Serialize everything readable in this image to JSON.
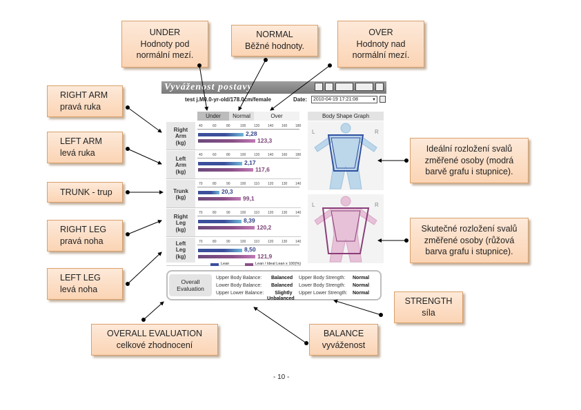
{
  "callouts": {
    "under": {
      "line1": "UNDER",
      "line2": "Hodnoty pod",
      "line3": "normální mezí."
    },
    "normal": {
      "line1": "NORMAL",
      "line2": "Běžné hodnoty."
    },
    "over": {
      "line1": "OVER",
      "line2": "Hodnoty nad",
      "line3": "normální mezí."
    },
    "right_arm": {
      "line1": "RIGHT ARM",
      "line2": "pravá ruka"
    },
    "left_arm": {
      "line1": "LEFT ARM",
      "line2": "levá ruka"
    },
    "trunk": {
      "line1": "TRUNK - trup"
    },
    "right_leg": {
      "line1": "RIGHT LEG",
      "line2": "pravá noha"
    },
    "left_leg": {
      "line1": "LEFT LEG",
      "line2": "levá noha"
    },
    "overall": {
      "line1": "OVERALL EVALUATION",
      "line2": "celkové zhodnocení"
    },
    "balance": {
      "line1": "BALANCE",
      "line2": "vyváženost"
    },
    "strength": {
      "line1": "STRENGTH",
      "line2": "síla"
    },
    "ideal": {
      "line1": "Ideální rozložení svalů",
      "line2": "změřené osoby (modrá",
      "line3": "barvě grafu i stupnice)."
    },
    "actual": {
      "line1": "Skutečné rozložení svalů",
      "line2": "změřené osoby (růžová",
      "line3": "barva grafu i stupnice)."
    }
  },
  "panel": {
    "title": "Vyváženost postavy",
    "subject": "test j.M0.0-yr-old/178.0cm/female",
    "date_label": "Date:",
    "date_value": "2010-04-19 17:21:08",
    "col_under": "Under",
    "col_normal": "Normal",
    "col_over": "Over",
    "body_graph_title": "Body Shape Graph",
    "l": "L",
    "r": "R",
    "legend_lean": "Lean",
    "legend_ratio": "Lean / Ideal Lean x 100(%)"
  },
  "rows": [
    {
      "l1": "Right",
      "l2": "Arm",
      "l3": "(kg)",
      "lean": "2,28",
      "pct": "123,3",
      "scale": [
        "40",
        "60",
        "80",
        "100",
        "120",
        "140",
        "160",
        "180"
      ]
    },
    {
      "l1": "Left",
      "l2": "Arm",
      "l3": "(kg)",
      "lean": "2,17",
      "pct": "117,6",
      "scale": [
        "40",
        "60",
        "80",
        "100",
        "120",
        "140",
        "160",
        "180"
      ]
    },
    {
      "l1": "Trunk",
      "l2": "(kg)",
      "l3": "",
      "lean": "20,3",
      "pct": "99,1",
      "scale": [
        "70",
        "80",
        "90",
        "100",
        "110",
        "120",
        "130",
        "140"
      ]
    },
    {
      "l1": "Right",
      "l2": "Leg",
      "l3": "(kg)",
      "lean": "8,39",
      "pct": "120,2",
      "scale": [
        "70",
        "80",
        "90",
        "100",
        "110",
        "120",
        "130",
        "140"
      ]
    },
    {
      "l1": "Left",
      "l2": "Leg",
      "l3": "(kg)",
      "lean": "8,50",
      "pct": "121,9",
      "scale": [
        "70",
        "80",
        "90",
        "100",
        "110",
        "120",
        "130",
        "140"
      ]
    }
  ],
  "evaluation": {
    "label1": "Overall",
    "label2": "Evaluation",
    "ub_label": "Upper Body Balance:",
    "ub_value": "Balanced",
    "lb_label": "Lower Body Balance:",
    "lb_value": "Balanced",
    "ul_label": "Upper Lower Balance:",
    "ul_value1": "Slightly",
    "ul_value2": "Unbalanced",
    "us_label": "Upper Body Strength:",
    "us_value": "Normal",
    "ls_label": "Lower Body Strength:",
    "ls_value": "Normal",
    "uls_label": "Upper Lower Strength:",
    "uls_value": "Normal"
  },
  "page_number": "- 10 -",
  "colors": {
    "blue": "#3b4f9b",
    "light_blue": "#6fb7d8",
    "pink": "#8a4f86",
    "light_pink": "#c07ab5",
    "callout_bg": "#fbd4b4"
  }
}
